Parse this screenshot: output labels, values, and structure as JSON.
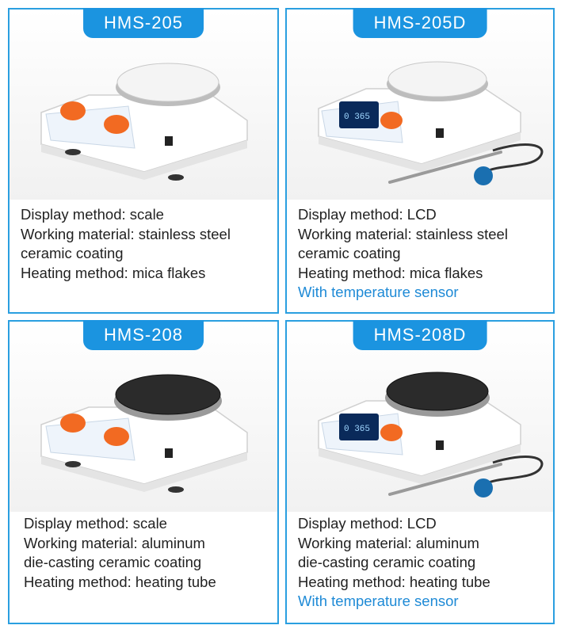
{
  "products": [
    {
      "model": "HMS-205",
      "spec_lines": [
        "Display method: scale",
        "Working material: stainless steel",
        "ceramic coating",
        "Heating method: mica flakes"
      ],
      "sensor_note": "",
      "plate_color": "#f4f4f4",
      "display": "dials"
    },
    {
      "model": "HMS-205D",
      "spec_lines": [
        "Display method: LCD",
        "Working material: stainless steel",
        "ceramic coating",
        "Heating method: mica flakes"
      ],
      "sensor_note": "With temperature sensor",
      "plate_color": "#f4f4f4",
      "display": "lcd",
      "lcd_reading": "0 365"
    },
    {
      "model": "HMS-208",
      "spec_lines": [
        "Display method: scale",
        "Working material: aluminum",
        "die-casting ceramic coating",
        "Heating method: heating tube"
      ],
      "sensor_note": "",
      "plate_color": "#2b2b2b",
      "display": "dials"
    },
    {
      "model": "HMS-208D",
      "spec_lines": [
        "Display method: LCD",
        "Working material: aluminum",
        "die-casting ceramic coating",
        "Heating method: heating tube"
      ],
      "sensor_note": "With temperature sensor",
      "plate_color": "#2b2b2b",
      "display": "lcd",
      "lcd_reading": "0 365"
    }
  ],
  "colors": {
    "frame": "#2a9fe0",
    "badge": "#1b94e0",
    "knob": "#f26a22",
    "sensor_text": "#1e8ad6"
  }
}
